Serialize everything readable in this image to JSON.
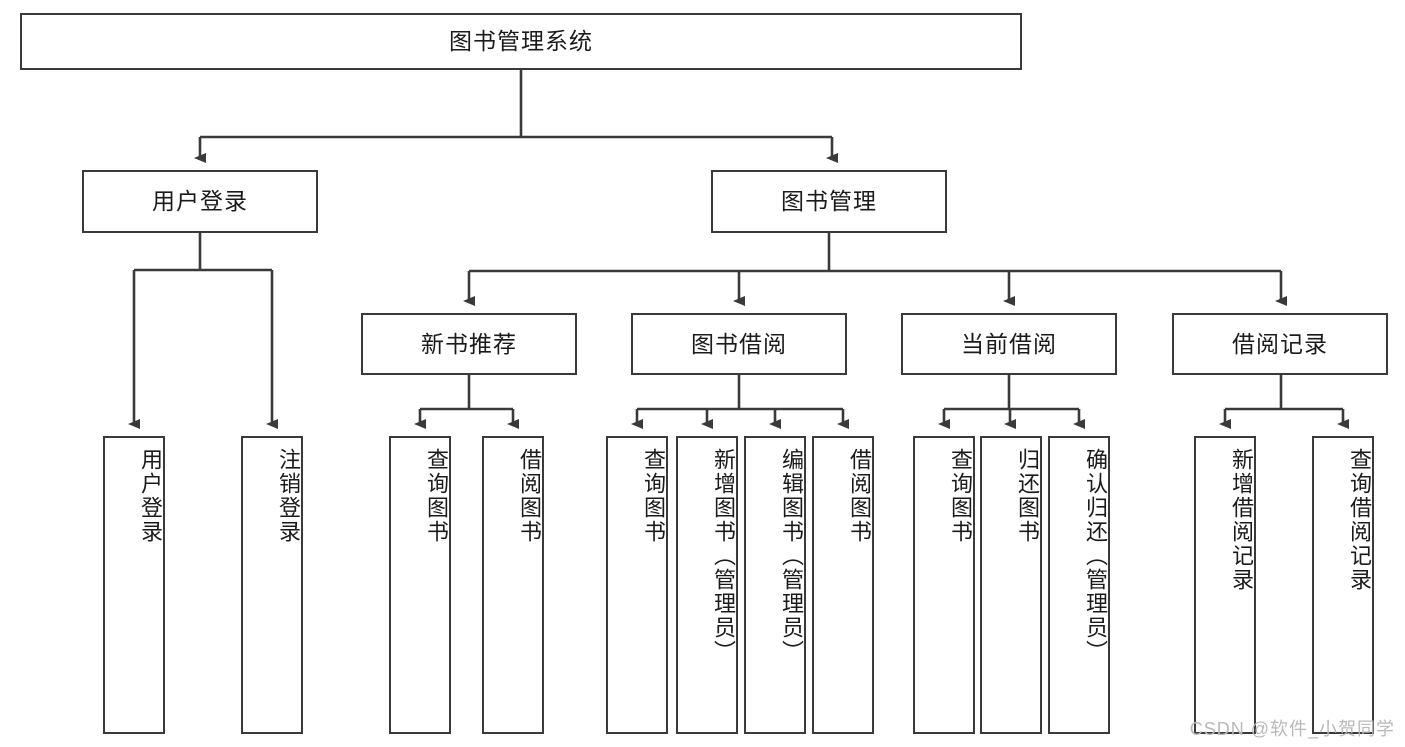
{
  "diagram": {
    "type": "tree",
    "title": "图书管理系统",
    "root": {
      "label": "图书管理系统"
    },
    "level2": [
      {
        "label": "用户登录"
      },
      {
        "label": "图书管理"
      }
    ],
    "level3": [
      {
        "label": "新书推荐"
      },
      {
        "label": "图书借阅"
      },
      {
        "label": "当前借阅"
      },
      {
        "label": "借阅记录"
      }
    ],
    "leaves": {
      "user_login": [
        {
          "label": "用户登录"
        },
        {
          "label": "注销登录"
        }
      ],
      "new_book_recommend": [
        {
          "label": "查询图书"
        },
        {
          "label": "借阅图书"
        }
      ],
      "book_borrow": [
        {
          "label": "查询图书"
        },
        {
          "label": "新增图书（管理员）"
        },
        {
          "label": "编辑图书（管理员）"
        },
        {
          "label": "借阅图书"
        }
      ],
      "current_borrow": [
        {
          "label": "查询图书"
        },
        {
          "label": "归还图书"
        },
        {
          "label": "确认归还（管理员）"
        }
      ],
      "borrow_record": [
        {
          "label": "新增借阅记录"
        },
        {
          "label": "查询借阅记录"
        }
      ]
    }
  },
  "watermark": {
    "text": "CSDN @软件_小贺同学"
  },
  "colors": {
    "border": "#3a3a3a",
    "background": "#ffffff",
    "text": "#1b1b1b",
    "watermark": "#b9b9b9"
  }
}
